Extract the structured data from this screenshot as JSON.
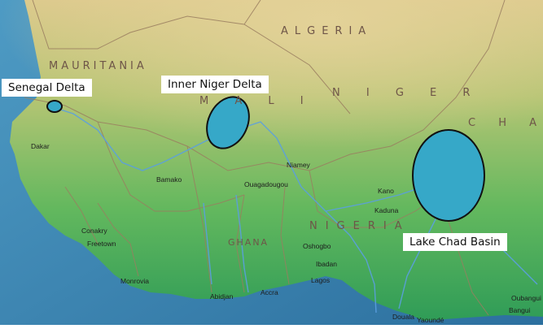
{
  "countries": [
    "ALGERIA",
    "MAURITANIA",
    "M A L I",
    "N I G E R",
    "C H A D",
    "NIGERIA",
    "GHANA"
  ],
  "cities": [
    "Dakar",
    "Bamako",
    "Niamey",
    "Ouagadougou",
    "Kano",
    "Kaduna",
    "Conakry",
    "Freetown",
    "Monrovia",
    "Oshogbo",
    "Ibadan",
    "Lagos",
    "Abidjan",
    "Accra",
    "Douala",
    "Yaoundé",
    "Bangui",
    "Oubangui"
  ],
  "regions": {
    "senegal_delta": "Senegal Delta",
    "inner_niger_delta": "Inner Niger Delta",
    "lake_chad_basin": "Lake Chad Basin"
  },
  "colors": {
    "ocean": "#3f86b4",
    "land_south": "#4fb26a",
    "land_north": "#d9c98a",
    "river": "#5b9fe0",
    "border": "#9a7e60",
    "region_fill": "#36a8c8",
    "region_stroke": "#111111"
  }
}
